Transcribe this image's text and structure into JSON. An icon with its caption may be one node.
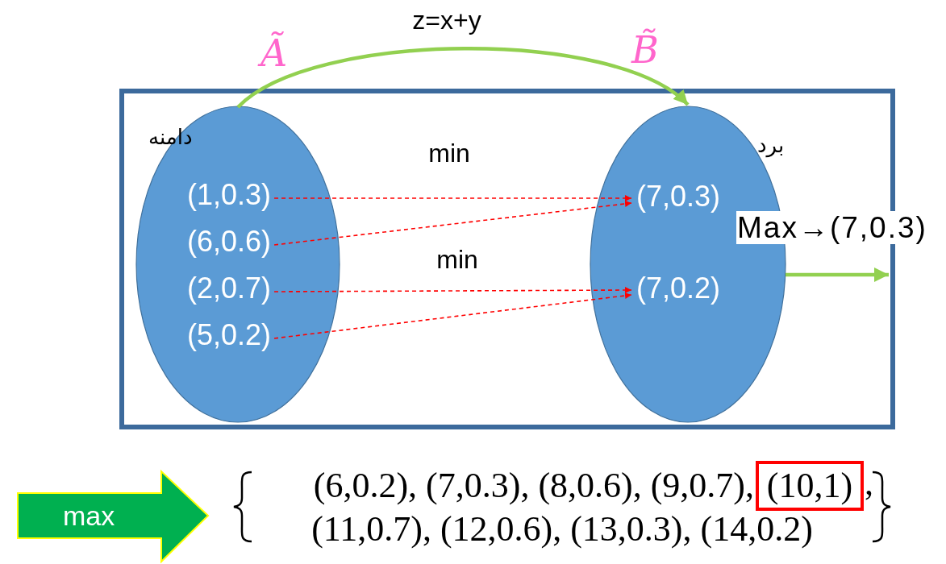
{
  "diagram": {
    "nodes": [
      {
        "text": [],
        "shape": "box"
      },
      {
        "text": [
          "دامنه"
        ],
        "beside": [
          "Ã"
        ],
        "in": 0
      },
      {
        "text": [
          "برد"
        ],
        "beside": [
          "B̃"
        ],
        "in": 0
      },
      {
        "text": [
          "(1,0.3)"
        ],
        "in": 1
      },
      {
        "text": [
          "(6,0.6)"
        ],
        "in": 1
      },
      {
        "text": [
          "(2,0.7)"
        ],
        "in": 1
      },
      {
        "text": [
          "(5,0.2)"
        ],
        "in": 1
      },
      {
        "text": [
          "(7,0.3)"
        ],
        "in": 2
      },
      {
        "text": [
          "(7,0.2)"
        ],
        "in": 2
      },
      {
        "text": [
          "Max→(7,0.3)"
        ]
      },
      {
        "text": [
          "max"
        ]
      },
      {
        "text": [
          "(10,1)"
        ],
        "beside": [
          ","
        ]
      }
    ],
    "edges": [
      {
        "from": 1,
        "to": 2,
        "arrow": "to",
        "label": "z=x+y",
        "style": "thick",
        "color": "#92d050"
      },
      {
        "from": 3,
        "to": 7,
        "arrow": "to",
        "style": "dashed",
        "color": "#ff0000"
      },
      {
        "from": 4,
        "to": 7,
        "arrow": "to",
        "style": "dashed",
        "color": "#ff0000"
      },
      {
        "from": 5,
        "to": 8,
        "arrow": "to",
        "style": "dashed",
        "color": "#ff0000"
      },
      {
        "from": 6,
        "to": 8,
        "arrow": "to",
        "style": "dashed",
        "color": "#ff0000"
      },
      {
        "from": 2,
        "to": null,
        "arrow": "to",
        "style": "thick",
        "color": "#92d050"
      }
    ],
    "labels": [
      "min",
      "min",
      "(6,0.2), (7,0.3), (8,0.6), (9,0.7),",
      "(11,0.7), (12,0.6), (13,0.3), (14,0.2)"
    ]
  }
}
